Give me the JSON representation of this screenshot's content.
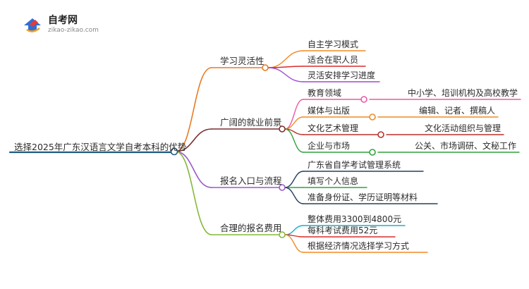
{
  "brand": {
    "name": "自考网",
    "url": "zikao-zikao.com"
  },
  "colors": {
    "root": "#1e5b80",
    "b1": "#e87a21",
    "b2": "#7a2d2d",
    "b3": "#9b58c9",
    "b4": "#86b83c",
    "orange": "#f08a24",
    "green": "#2ea43c",
    "red": "#d92b2b",
    "purple": "#a04ad6",
    "pink": "#e95aa6",
    "navy": "#24405f",
    "cyan": "#19b2c8",
    "darkred": "#b8302c"
  },
  "mindmap": {
    "root": "选择2025年广东汉语言文学自考本科的优势",
    "branches": [
      {
        "label": "学习灵活性",
        "children": [
          {
            "label": "自主学习模式"
          },
          {
            "label": "适合在职人员"
          },
          {
            "label": "灵活安排学习进度"
          }
        ]
      },
      {
        "label": "广阔的就业前景",
        "children": [
          {
            "label": "教育领域",
            "detail": "中小学、培训机构及高校教学"
          },
          {
            "label": "媒体与出版",
            "detail": "编辑、记者、撰稿人"
          },
          {
            "label": "文化艺术管理",
            "detail": "文化活动组织与管理"
          },
          {
            "label": "企业与市场",
            "detail": "公关、市场调研、文秘工作"
          }
        ]
      },
      {
        "label": "报名入口与流程",
        "children": [
          {
            "label": "广东省自学考试管理系统"
          },
          {
            "label": "填写个人信息"
          },
          {
            "label": "准备身份证、学历证明等材料"
          }
        ]
      },
      {
        "label": "合理的报名费用",
        "children": [
          {
            "label": "整体费用3300到4800元"
          },
          {
            "label": "每科考试费用52元"
          },
          {
            "label": "根据经济情况选择学习方式"
          }
        ]
      }
    ]
  }
}
